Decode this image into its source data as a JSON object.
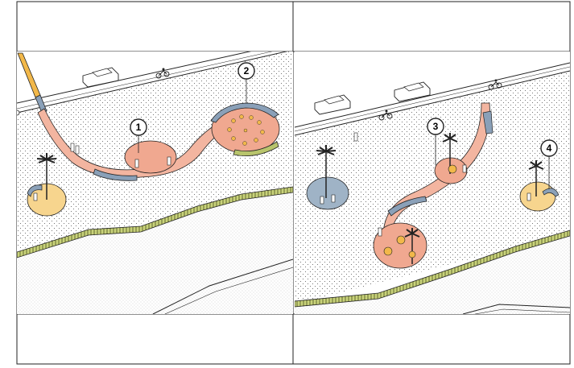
{
  "markers": [
    {
      "id": "1",
      "label": "1"
    },
    {
      "id": "2",
      "label": "2"
    },
    {
      "id": "3",
      "label": "3"
    },
    {
      "id": "4",
      "label": "4"
    }
  ],
  "colors": {
    "background": "#ffffff",
    "promenade_dots": "#f4f1ea",
    "path_salmon": "#f3b5a0",
    "plaza_salmon": "#f0a890",
    "bench_blue": "#8aa0b8",
    "circle_blue": "#9fb3c6",
    "circle_yellow": "#f7d58e",
    "hedge_green": "#b8c46c",
    "sand_dots": "#f6f3ee",
    "orange_bar": "#f2b84a",
    "outline": "#1a1a1a"
  },
  "icons": [
    "car-icon",
    "bicycle-icon",
    "palm-tree-icon",
    "person-icon",
    "bench-icon",
    "table-icon"
  ]
}
